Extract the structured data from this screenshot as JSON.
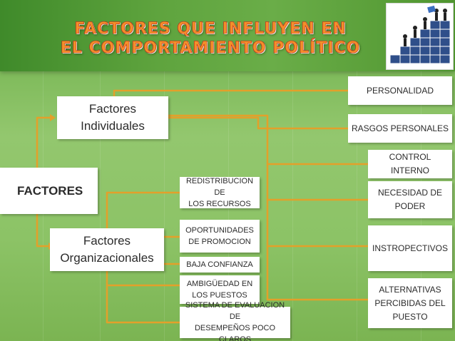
{
  "title": {
    "line1": "FACTORES QUE INFLUYEN EN",
    "line2": "EL COMPORTAMIENTO POLÍTICO"
  },
  "logo": {
    "icon": "puzzle-stairs-people-icon"
  },
  "nodes": {
    "root": "FACTORES",
    "individual": [
      "Factores",
      "Individuales"
    ],
    "organizational": [
      "Factores",
      "Organizacionales"
    ],
    "personality": "PERSONALIDAD",
    "traits": "RASGOS PERSONALES",
    "internal_control": [
      "CONTROL",
      "INTERNO"
    ],
    "need_power": [
      "NECESIDAD DE",
      "PODER"
    ],
    "introspective": "INSTROPECTIVOS",
    "alternatives": [
      "ALTERNATIVAS",
      "PERCIBIDAS DEL",
      "PUESTO"
    ],
    "redistribution": [
      "REDISTRIBUCION DE",
      "LOS RECURSOS"
    ],
    "promotion": [
      "OPORTUNIDADES",
      "DE PROMOCION"
    ],
    "low_trust": "BAJA CONFIANZA",
    "ambiguity": [
      "AMBIGÜEDAD EN",
      "LOS PUESTOS"
    ],
    "evaluation": [
      "SISTEMA DE EVALUACION DE",
      "DESEMPEÑOS POCO CLAROS"
    ]
  },
  "colors": {
    "connector": "#e3a02a",
    "title_fill": "#f2902a",
    "title_outline": "#c8191b",
    "banner": "#5fa43e"
  }
}
